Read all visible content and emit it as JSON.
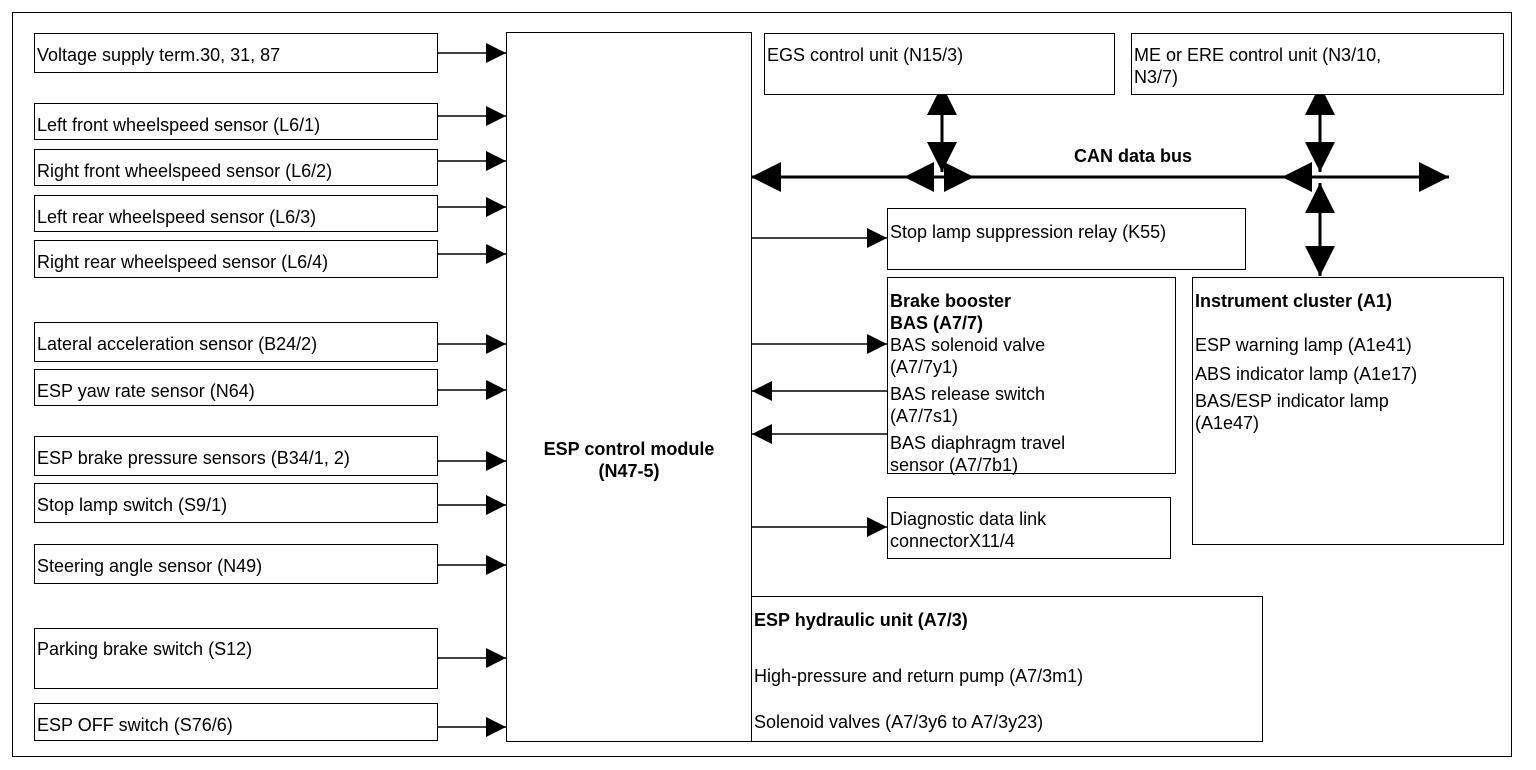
{
  "inputs": [
    {
      "label": "Voltage supply term.30, 31, 87"
    },
    {
      "label": "Left front wheelspeed sensor (L6/1)"
    },
    {
      "label": "Right front wheelspeed sensor (L6/2)"
    },
    {
      "label": "Left rear wheelspeed sensor (L6/3)"
    },
    {
      "label": "Right rear wheelspeed sensor (L6/4)"
    },
    {
      "label": "Lateral acceleration sensor (B24/2)"
    },
    {
      "label": "ESP yaw rate sensor (N64)"
    },
    {
      "label": "ESP brake pressure sensors (B34/1, 2)"
    },
    {
      "label": "Stop lamp switch (S9/1)"
    },
    {
      "label": "Steering angle sensor (N49)"
    },
    {
      "label": "Parking brake switch (S12)"
    },
    {
      "label": "ESP OFF switch (S76/6)"
    }
  ],
  "control_module": {
    "line1": "ESP control module",
    "line2": "(N47-5)"
  },
  "egs": {
    "label": "EGS control unit (N15/3)"
  },
  "me": {
    "line1": "ME or ERE control unit (N3/10,",
    "line2": "N3/7)"
  },
  "can_bus": {
    "label": "CAN data bus"
  },
  "stop_relay": {
    "label": "Stop lamp suppression relay (K55)"
  },
  "brake_booster": {
    "title1": "Brake booster",
    "title2": "BAS (A7/7)",
    "lines": [
      "BAS solenoid valve",
      "(A7/7y1)",
      "BAS release switch",
      "(A7/7s1)",
      "BAS diaphragm travel",
      "sensor (A7/7b1)"
    ]
  },
  "diagnostic": {
    "line1": "Diagnostic data link",
    "line2": "connectorX11/4"
  },
  "instrument_cluster": {
    "title": "Instrument cluster (A1)",
    "lines": [
      "ESP warning lamp (A1e41)",
      "ABS indicator lamp (A1e17)",
      "BAS/ESP indicator lamp",
      "(A1e47)"
    ]
  },
  "hydraulic_unit": {
    "title": "ESP hydraulic unit (A7/3)",
    "line1": "High-pressure and return pump (A7/3m1)",
    "line2": "Solenoid valves (A7/3y6 to A7/3y23)"
  }
}
